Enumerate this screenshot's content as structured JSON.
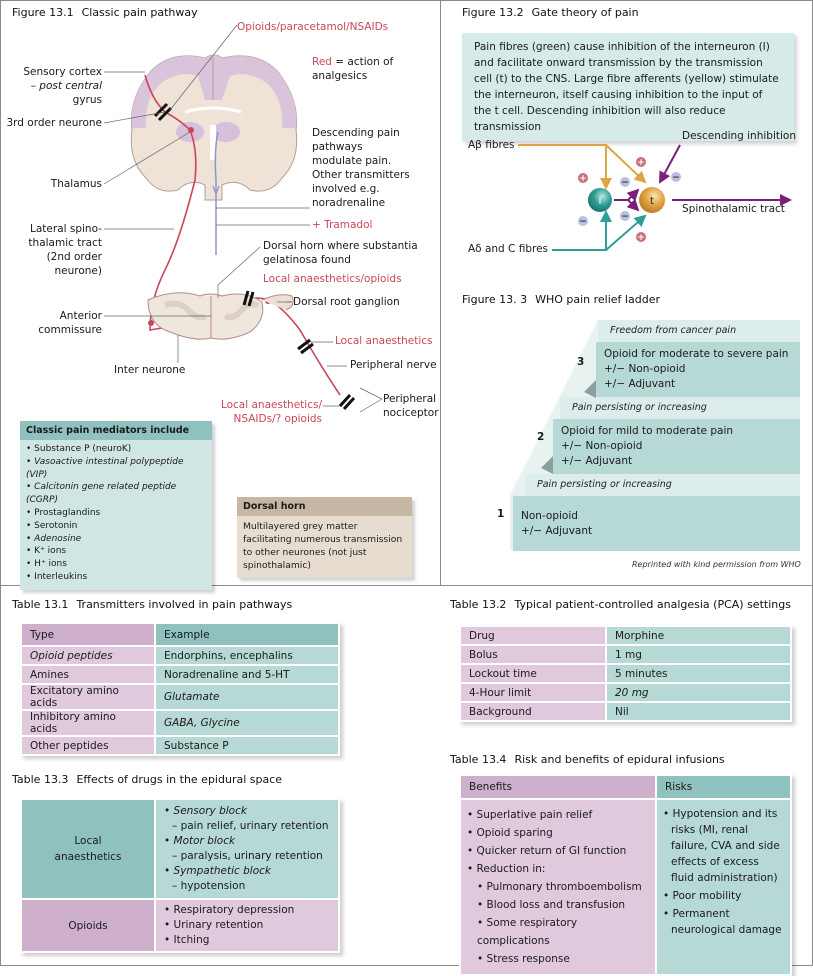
{
  "fig1": {
    "title_num": "Figure 13.1",
    "title_text": "Classic pain pathway",
    "labels": {
      "opioids_paracetamol": "Opioids/paracetamol/NSAIDs",
      "red_key": "Red",
      "red_key_rest": "= action of analgesics",
      "sensory_cortex_1": "Sensory cortex",
      "sensory_cortex_2": "– post central",
      "sensory_cortex_3": "gyrus",
      "third_order": "3rd order neurone",
      "thalamus": "Thalamus",
      "descending_1": "Descending pain",
      "descending_2": "pathways",
      "descending_3": "modulate pain.",
      "descending_4": "Other transmitters",
      "descending_5": "involved e.g.",
      "noradrenaline": "noradrenaline",
      "tramadol": "+ Tramadol",
      "lateral_1": "Lateral spino-",
      "lateral_2": "thalamic tract",
      "lateral_3": "(2nd order",
      "lateral_4": "neurone)",
      "dorsal_horn_1": "Dorsal horn where substantia",
      "dorsal_horn_2": "gelatinosa found",
      "local_opioids": "Local anaesthetics/opioids",
      "drg": "Dorsal root ganglion",
      "anterior_1": "Anterior",
      "anterior_2": "commissure",
      "local_anaesthetics": "Local anaesthetics",
      "peripheral_nerve": "Peripheral nerve",
      "inter_neurone": "Inter neurone",
      "local_nsaids_1": "Local anaesthetics/",
      "local_nsaids_2": "NSAIDs/? opioids",
      "nociceptor_1": "Peripheral",
      "nociceptor_2": "nociceptor"
    },
    "mediators": {
      "heading": "Classic pain mediators include",
      "items": [
        "Substance P (neuroK)",
        "Vasoactive intestinal polypeptide (VIP)",
        "Calcitonin gene related peptide (CGRP)",
        "Prostaglandins",
        "Serotonin",
        "Adenosine",
        "K⁺ ions",
        "H⁺ ions",
        "Interleukins"
      ]
    },
    "dorsal_box": {
      "heading": "Dorsal horn",
      "text": "Multilayered grey matter facilitating numerous transmission to other neurones (not just spinothalamic)"
    }
  },
  "fig2": {
    "title_num": "Figure 13.2",
    "title_text": "Gate theory of pain",
    "description": "Pain fibres (green) cause inhibition of the interneuron (I) and facilitate onward transmission by the transmission cell (t) to the CNS. Large fibre afferents (yellow) stimulate the interneuron, itself causing inhibition to the input of the t cell. Descending inhibition will also reduce transmission",
    "labels": {
      "abeta": "Aβ fibres",
      "adelta": "Aδ and C fibres",
      "descending": "Descending inhibition",
      "spinothalamic": "Spinothalamic tract",
      "interneuron": "I",
      "tcell": "t",
      "plus": "+",
      "minus": "−"
    },
    "colors": {
      "yellow": "#e0a443",
      "green": "#2f9e98",
      "purple": "#7b1f7a",
      "plus": "#c8707c",
      "minus": "#b8bfe0"
    }
  },
  "fig3": {
    "title_num": "Figure 13. 3",
    "title_text": "WHO pain relief ladder",
    "top_band": "Freedom from cancer pain",
    "steps": [
      {
        "num": "1",
        "lines": [
          "Non-opioid",
          "+/− Adjuvant"
        ]
      },
      {
        "num": "2",
        "lines": [
          "Opioid for mild to moderate pain",
          "+/− Non-opioid",
          "+/− Adjuvant"
        ]
      },
      {
        "num": "3",
        "lines": [
          "Opioid for moderate to severe pain",
          "+/− Non-opioid",
          "+/− Adjuvant"
        ]
      }
    ],
    "band_persisting": "Pain persisting or increasing",
    "credit": "Reprinted with kind permission from WHO"
  },
  "table1": {
    "title_num": "Table 13.1",
    "title_text": "Transmitters involved in pain pathways",
    "headers": [
      "Type",
      "Example"
    ],
    "rows": [
      [
        "Opioid peptides",
        "Endorphins, encephalins"
      ],
      [
        "Amines",
        "Noradrenaline and 5-HT"
      ],
      [
        "Excitatory amino acids",
        "Glutamate"
      ],
      [
        "Inhibitory amino acids",
        "GABA, Glycine"
      ],
      [
        "Other peptides",
        "Substance P"
      ]
    ]
  },
  "table2": {
    "title_num": "Table 13.2",
    "title_text": "Typical patient-controlled analgesia (PCA) settings",
    "rows": [
      [
        "Drug",
        "Morphine"
      ],
      [
        "Bolus",
        "1 mg"
      ],
      [
        "Lockout time",
        "5 minutes"
      ],
      [
        "4-Hour limit",
        "20 mg"
      ],
      [
        "Background",
        "Nil"
      ]
    ]
  },
  "table3": {
    "title_num": "Table 13.3",
    "title_text": "Effects of drugs in the epidural space",
    "local": {
      "label_1": "Local",
      "label_2": "anaesthetics",
      "items": [
        {
          "head": "Sensory block",
          "sub": "– pain relief, urinary retention"
        },
        {
          "head": "Motor block",
          "sub": "– paralysis, urinary retention"
        },
        {
          "head": "Sympathetic block",
          "sub": "– hypotension"
        }
      ]
    },
    "opioids": {
      "label": "Opioids",
      "items": [
        "Respiratory depression",
        "Urinary retention",
        "Itching"
      ]
    }
  },
  "table4": {
    "title_num": "Table 13.4",
    "title_text": "Risk and benefits of epidural infusions",
    "headers": [
      "Benefits",
      "Risks"
    ],
    "benefits": [
      "Superlative pain relief",
      "Opioid sparing",
      "Quicker return of GI function",
      "Reduction in:"
    ],
    "benefits_sub": [
      "Pulmonary thromboembolism",
      "Blood loss and transfusion",
      "Some respiratory complications",
      "Stress response"
    ],
    "risks": [
      "Hypotension and its risks (MI, renal failure, CVA and side effects of excess fluid administration)",
      "Poor mobility",
      "Permanent neurological damage"
    ]
  }
}
